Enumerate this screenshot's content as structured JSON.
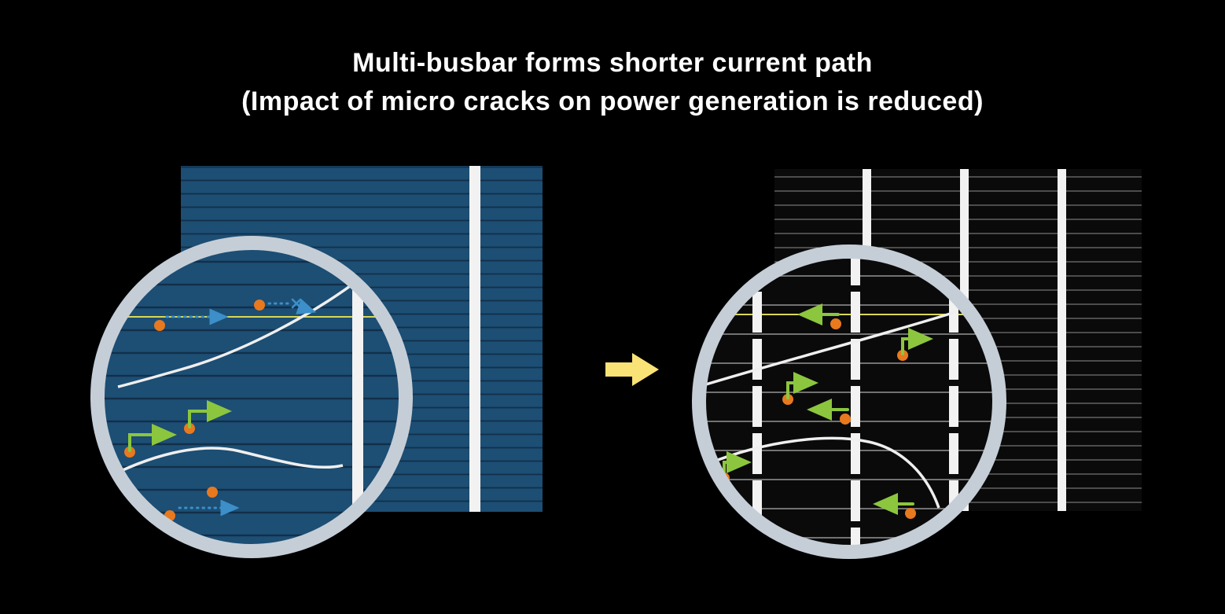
{
  "title": {
    "line1": "Multi-busbar forms shorter current path",
    "line2": "(Impact of micro cracks on power generation is reduced)"
  },
  "icons": {
    "transition_arrow": "block-arrow-right",
    "left_magnifier": "magnifier-circle",
    "right_magnifier": "magnifier-circle"
  },
  "colors": {
    "background": "#000000",
    "title_text": "#ffffff",
    "cell_blue": "#1d4e74",
    "cell_blue_line": "#122f49",
    "cell_black": "#0a0a0a",
    "cell_black_line": "#8d8d8d",
    "busbar_white": "#f2f2f2",
    "ring_gray": "#c5ced7",
    "crack_white": "#efefef",
    "electron_orange": "#e8791e",
    "arrow_blue": "#3c8fc8",
    "arrow_green": "#8cc63e",
    "transition_arrow_yellow": "#f9e276",
    "grid_yellow": "#d8d855"
  }
}
